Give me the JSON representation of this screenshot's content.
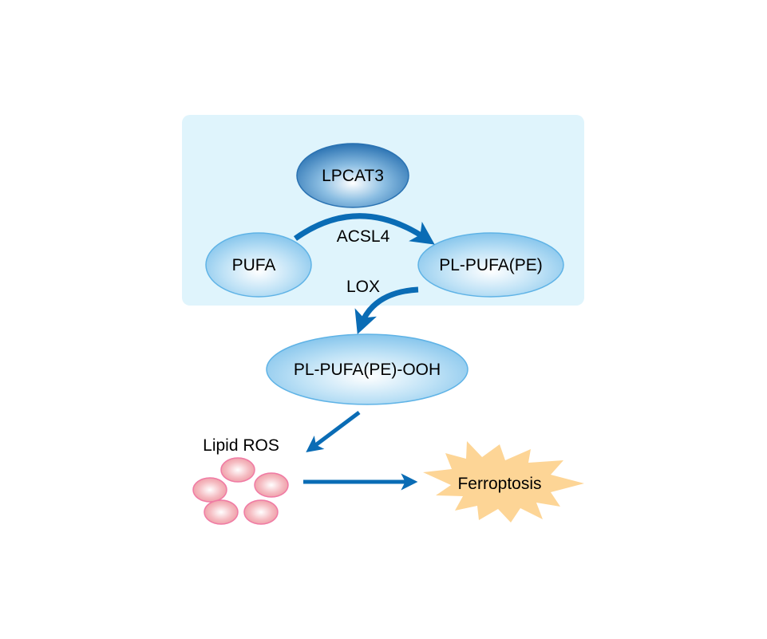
{
  "diagram": {
    "title": "",
    "colors": {
      "membrane_box": "#dff4fc",
      "node_blue_light": "#ffffff",
      "node_blue_mid": "#a9d6f1",
      "node_blue_edge": "#5fb3e6",
      "enzyme_dark": "#2f79b7",
      "arrow": "#0a6cb5",
      "ros_fill": "#f2a3ad",
      "ros_edge": "#f07aa4",
      "burst_fill": "#fdd596"
    },
    "nodes": {
      "lpcat3": "LPCAT3",
      "pufa": "PUFA",
      "pl_pufa_pe": "PL-PUFA(PE)",
      "pl_pufa_pe_ooh": "PL-PUFA(PE)-OOH",
      "lipid_ros": "Lipid ROS",
      "ferroptosis": "Ferroptosis"
    },
    "edges": [
      {
        "from": "PUFA",
        "to": "PL-PUFA(PE)",
        "label": "ACSL4"
      },
      {
        "from": "PL-PUFA(PE)",
        "to": "PL-PUFA(PE)-OOH",
        "label": "LOX"
      },
      {
        "from": "PL-PUFA(PE)-OOH",
        "to": "Lipid ROS",
        "label": ""
      },
      {
        "from": "Lipid ROS",
        "to": "Ferroptosis",
        "label": ""
      }
    ],
    "ros_particle_count": 5
  }
}
